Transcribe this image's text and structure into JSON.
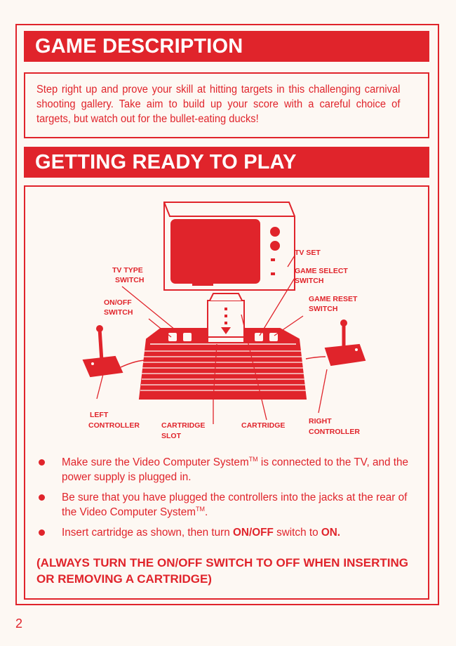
{
  "sections": {
    "description": {
      "title": "GAME DESCRIPTION",
      "body": "Step right up and prove your skill at hitting targets in this challenging carnival shooting gallery. Take aim to build up your score with a careful choice of targets, but watch out for the bullet-eating ducks!"
    },
    "ready": {
      "title": "GETTING READY TO PLAY"
    }
  },
  "diagram_labels": {
    "tv_set": "TV SET",
    "tv_type_1": "TV TYPE",
    "tv_type_2": "SWITCH",
    "on_off_1": "ON/OFF",
    "on_off_2": "SWITCH",
    "game_select_1": "GAME SELECT",
    "game_select_2": "SWITCH",
    "game_reset_1": "GAME RESET",
    "game_reset_2": "SWITCH",
    "left_controller_1": "LEFT",
    "left_controller_2": "CONTROLLER",
    "cartridge_slot_1": "CARTRIDGE",
    "cartridge_slot_2": "SLOT",
    "cartridge": "CARTRIDGE",
    "right_controller_1": "RIGHT",
    "right_controller_2": "CONTROLLER"
  },
  "instructions": {
    "b1_pre": "Make sure the Video Computer System",
    "b1_tm": "TM",
    "b1_post": " is connected to the TV, and the power supply is plugged in.",
    "b2_pre": "Be sure that you have plugged the controllers into the jacks at the rear of the Video Computer System",
    "b2_tm": "TM",
    "b2_post": ".",
    "b3_pre": "Insert cartridge as shown, then turn ",
    "b3_bold1": "ON/OFF",
    "b3_mid": " switch to ",
    "b3_bold2": "ON.",
    "warning": "(ALWAYS TURN THE ON/OFF SWITCH TO OFF WHEN INSERTING OR REMOVING A CARTRIDGE)"
  },
  "page_number": "2",
  "colors": {
    "accent": "#e0242b",
    "paper": "#fdf8f3"
  }
}
